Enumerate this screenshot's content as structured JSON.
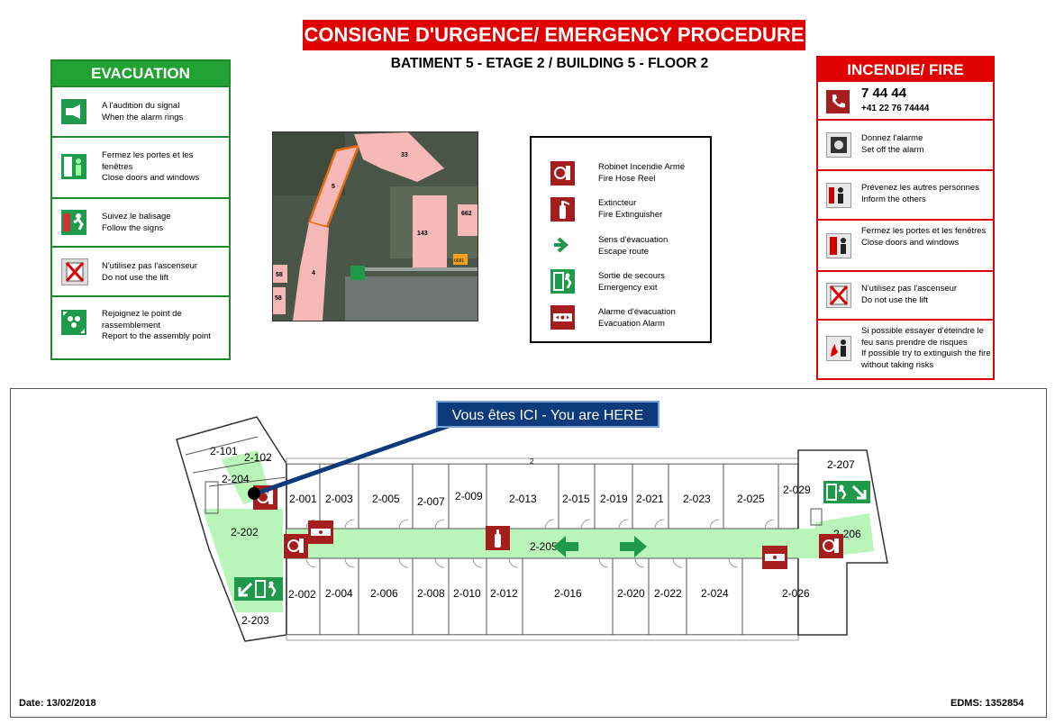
{
  "header": {
    "title": "CONSIGNE D'URGENCE/ EMERGENCY PROCEDURE",
    "subtitle": "BATIMENT 5 - ETAGE 2 / BUILDING 5 - FLOOR 2"
  },
  "evacuation": {
    "title": "EVACUATION",
    "items": [
      {
        "fr": "A l'audition du signal",
        "en": "When the alarm rings",
        "icon": "alarm-horn-icon"
      },
      {
        "fr": "Fermez les portes et les fenêtres",
        "en": "Close doors and windows",
        "icon": "close-door-icon"
      },
      {
        "fr": "Suivez le balisage",
        "en": "Follow the signs",
        "icon": "follow-signs-icon"
      },
      {
        "fr": "N'utilisez pas l'ascenseur",
        "en": "Do not use the lift",
        "icon": "no-lift-icon"
      },
      {
        "fr": "Rejoignez le point de rassemblement",
        "en": "Report to the assembly point",
        "icon": "assembly-point-icon"
      }
    ]
  },
  "fire": {
    "title": "INCENDIE/ FIRE",
    "phone": "7 44 44",
    "phone_full": "+41 22 76 74444",
    "items": [
      {
        "fr": "Donnez l'alarme",
        "en": "Set off the alarm",
        "icon": "alarm-button-icon"
      },
      {
        "fr": "Prévenez les autres personnes",
        "en": "Inform the others",
        "icon": "inform-others-icon"
      },
      {
        "fr": "Fermez les portes et les fenêtres",
        "en": "Close doors and windows",
        "icon": "close-door-icon"
      },
      {
        "fr": "N'utilisez pas l'ascenseur",
        "en": "Do not use the lift",
        "icon": "no-lift-icon"
      },
      {
        "fr": "Si possible essayer d'éteindre le feu sans prendre de risques",
        "en": "If possible try to extinguish the fire without taking risks",
        "icon": "extinguish-fire-icon"
      }
    ]
  },
  "legend": {
    "items": [
      {
        "fr": "Robinet Incendie Armé",
        "en": "Fire Hose Reel",
        "icon": "fire-hose-reel-icon"
      },
      {
        "fr": "Extincteur",
        "en": "Fire Extinguisher",
        "icon": "fire-extinguisher-icon"
      },
      {
        "fr": "Sens d'évacuation",
        "en": "Escape route",
        "icon": "escape-arrow-icon"
      },
      {
        "fr": "Sortie de secours",
        "en": "Emergency exit",
        "icon": "emergency-exit-icon"
      },
      {
        "fr": "Alarme d'évacuation",
        "en": "Evacuation Alarm",
        "icon": "evacuation-alarm-icon"
      }
    ]
  },
  "aerial": {
    "labels": [
      "33",
      "5",
      "4",
      "143",
      "662",
      "58",
      "58",
      "6681"
    ]
  },
  "plan": {
    "here_label": "Vous êtes ICI - You are HERE",
    "corridor": "2-205",
    "corridor_mark": "2",
    "rooms_top": [
      "2-001",
      "2-003",
      "2-005",
      "2-007",
      "2-009",
      "2-013",
      "2-015",
      "2-019",
      "2-021",
      "2-023",
      "2-025",
      "2-029"
    ],
    "rooms_bottom": [
      "2-002",
      "2-004",
      "2-006",
      "2-008",
      "2-010",
      "2-012",
      "2-016",
      "2-020",
      "2-022",
      "2-024",
      "2-026"
    ],
    "rooms_west": [
      "2-101",
      "2-102",
      "2-204",
      "2-202",
      "2-203"
    ],
    "rooms_east": [
      "2-207",
      "2-206"
    ]
  },
  "footer": {
    "date": "Date: 13/02/2018",
    "edms": "EDMS: 1352854"
  },
  "colors": {
    "red": "#e00000",
    "green": "#22a233",
    "corridor": "#b9f5b9",
    "sign_red": "#a51d1d",
    "sign_green": "#1f9a4a",
    "callout": "#0c3a7a"
  }
}
